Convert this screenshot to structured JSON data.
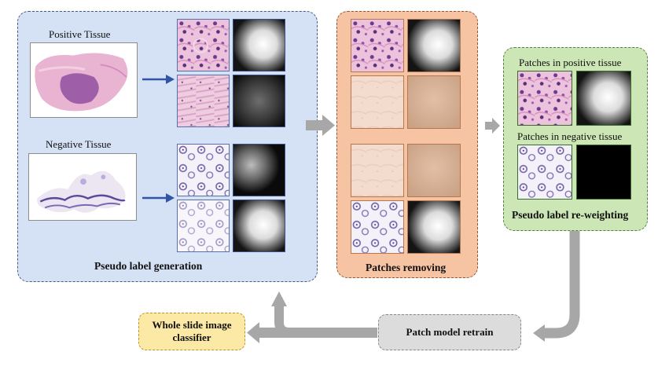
{
  "captions": {
    "generation": "Pseudo label generation",
    "removing": "Patches removing",
    "reweighting": "Pseudo label re-weighting"
  },
  "labels": {
    "positive_tissue": "Positive Tissue",
    "negative_tissue": "Negative Tissue",
    "patches_positive": "Patches in positive tissue",
    "patches_negative": "Patches in negative tissue"
  },
  "boxes": {
    "classifier": "Whole slide image classifier",
    "retrain": "Patch model retrain"
  },
  "colors": {
    "generation_panel": "#d5e1f4",
    "removing_panel": "#f6c4a2",
    "reweighting_panel": "#cde6b5",
    "classifier_box": "#fde9a6",
    "retrain_box": "#dcdcdc",
    "arrow_blue": "#2f55a4",
    "arrow_gray": "#a7a7a7"
  }
}
